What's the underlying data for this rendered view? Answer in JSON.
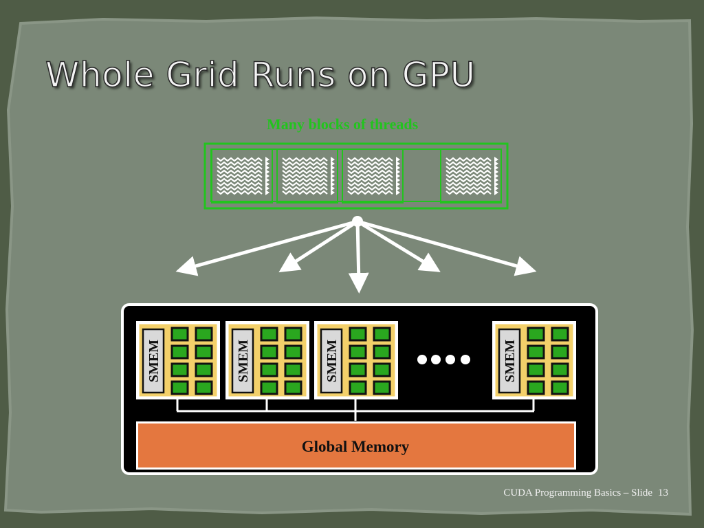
{
  "slide": {
    "title": "Whole Grid Runs on GPU",
    "footer_text": "CUDA Programming Basics – Slide",
    "slide_number": "13"
  },
  "grid": {
    "caption": "Many blocks of threads",
    "blocks_shown": 4,
    "color": "#22c41e"
  },
  "gpu": {
    "multiprocessors": [
      {
        "label": "SMEM"
      },
      {
        "label": "SMEM"
      },
      {
        "label": "SMEM"
      },
      {
        "label": "SMEM"
      }
    ],
    "ellipsis": "••••",
    "global_memory_label": "Global Memory",
    "colors": {
      "chip_background": "#000000",
      "sm_fill": "#f3d06a",
      "core_fill": "#2aa71f",
      "global_memory_fill": "#e4773f",
      "arrows": "#ffffff"
    }
  }
}
